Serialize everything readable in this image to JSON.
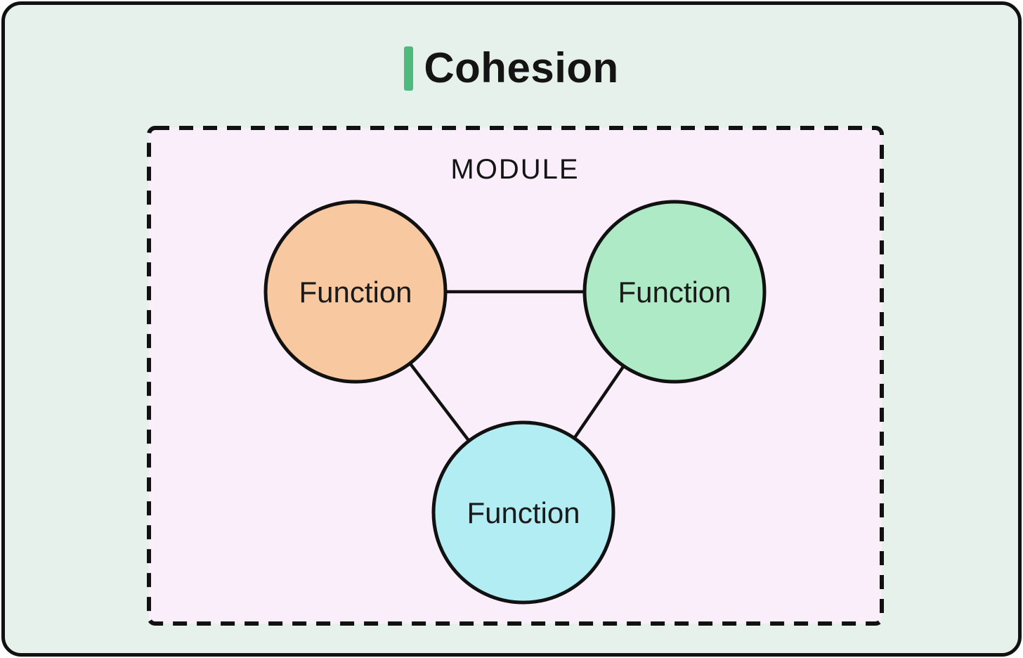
{
  "title": {
    "text": "Cohesion",
    "accent_color": "#4eba7c"
  },
  "colors": {
    "canvas_bg": "#e7f1ec",
    "module_bg": "#fbeefb",
    "stroke": "#111111"
  },
  "module": {
    "label": "MODULE"
  },
  "nodes": [
    {
      "id": "function-top-left",
      "label": "Function",
      "color": "#f8c8a0"
    },
    {
      "id": "function-top-right",
      "label": "Function",
      "color": "#aeeac5"
    },
    {
      "id": "function-bottom-center",
      "label": "Function",
      "color": "#b2edf3"
    }
  ],
  "edges": [
    {
      "from": "function-top-left",
      "to": "function-top-right"
    },
    {
      "from": "function-top-left",
      "to": "function-bottom-center"
    },
    {
      "from": "function-top-right",
      "to": "function-bottom-center"
    }
  ]
}
